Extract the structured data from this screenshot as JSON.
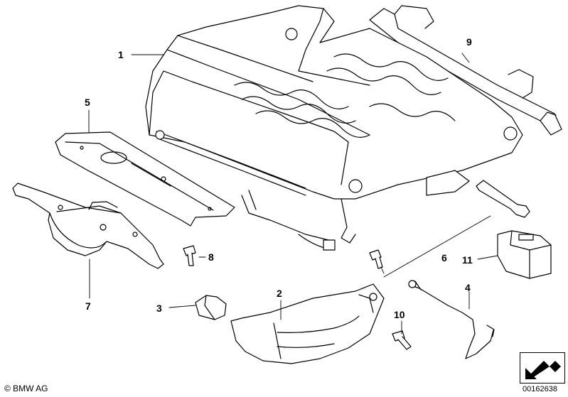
{
  "callouts": [
    {
      "id": "1",
      "text": "1"
    },
    {
      "id": "2",
      "text": "2"
    },
    {
      "id": "3",
      "text": "3"
    },
    {
      "id": "4",
      "text": "4"
    },
    {
      "id": "5",
      "text": "5"
    },
    {
      "id": "6",
      "text": "6"
    },
    {
      "id": "7",
      "text": "7"
    },
    {
      "id": "8",
      "text": "8"
    },
    {
      "id": "9",
      "text": "9"
    },
    {
      "id": "10",
      "text": "10"
    },
    {
      "id": "11",
      "text": "11"
    }
  ],
  "footer": {
    "copyright": "© BMW AG",
    "image_number": "00162638"
  },
  "colors": {
    "line": "#000000",
    "fill": "#ffffff",
    "shade": "#d9d9d9"
  }
}
